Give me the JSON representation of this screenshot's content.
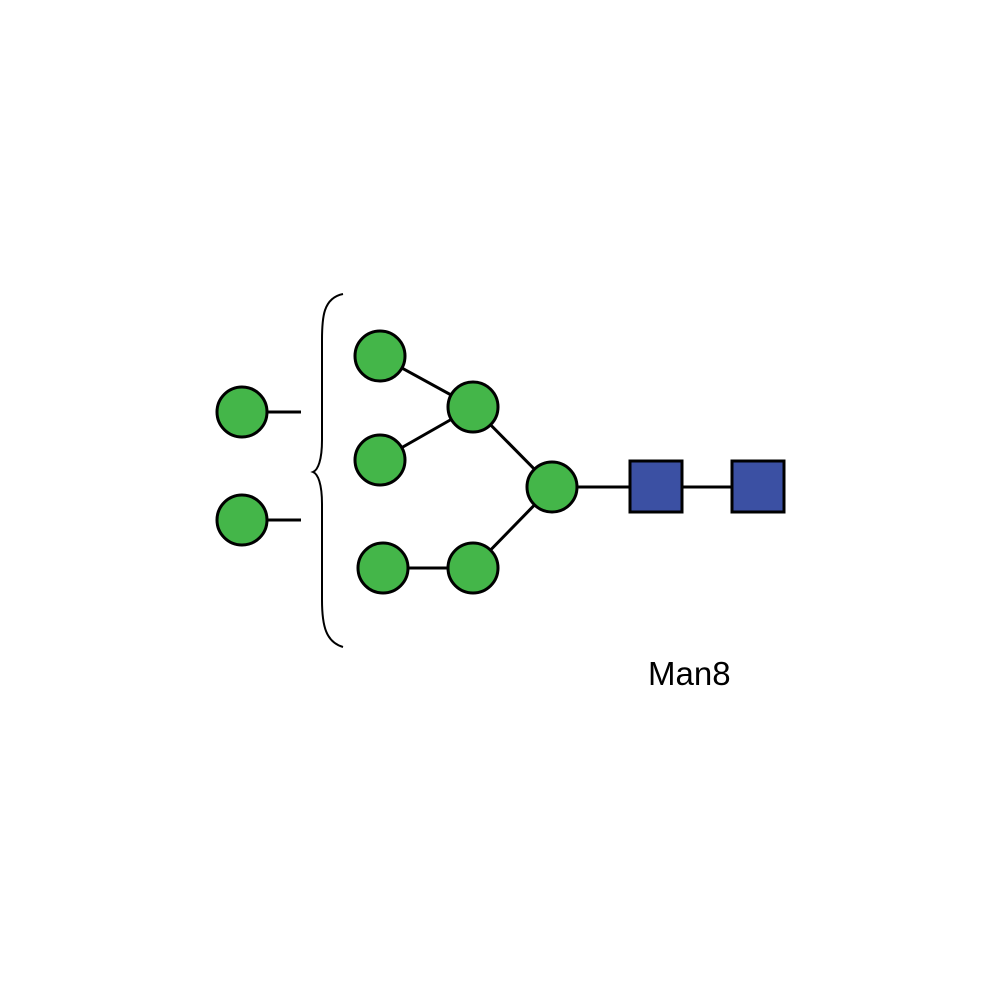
{
  "diagram": {
    "label": "Man8",
    "colors": {
      "mannose": "#44b649",
      "glcnac": "#3b50a3",
      "line": "#000000"
    },
    "residues": [
      {
        "id": "free-man-1",
        "type": "mannose"
      },
      {
        "id": "free-man-2",
        "type": "mannose"
      },
      {
        "id": "man-a",
        "type": "mannose"
      },
      {
        "id": "man-b",
        "type": "mannose"
      },
      {
        "id": "man-c",
        "type": "mannose"
      },
      {
        "id": "man-d",
        "type": "mannose"
      },
      {
        "id": "man-e",
        "type": "mannose"
      },
      {
        "id": "man-f",
        "type": "mannose"
      },
      {
        "id": "glcnac-1",
        "type": "glcnac"
      },
      {
        "id": "glcnac-2",
        "type": "glcnac"
      }
    ]
  }
}
